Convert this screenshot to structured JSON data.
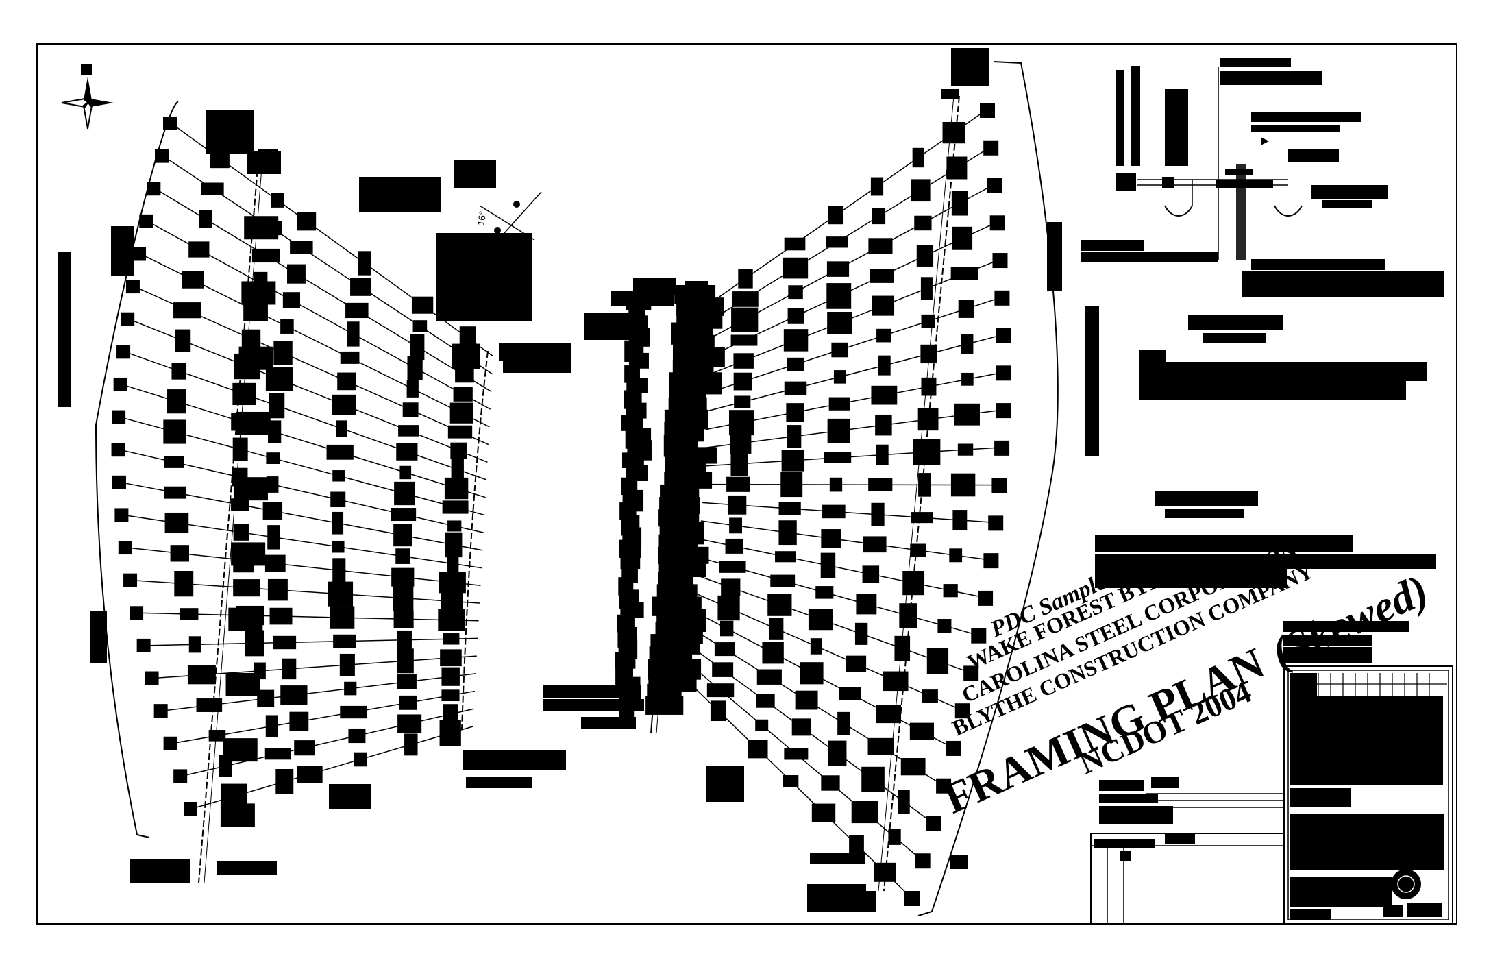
{
  "stamp": {
    "lines": [
      "PDC Sample",
      "WAKE FOREST BYPASS",
      "CAROLINA STEEL CORPORATION",
      "BLYTHE CONSTRUCTION COMPANY"
    ],
    "title": "FRAMING PLAN",
    "subtitle": "(Skewed)",
    "agency": "NCDOT 2004"
  },
  "angle_label": "16°",
  "icons": [
    "north-arrow-icon",
    "seal-icon"
  ],
  "colors": {
    "ink": "#000000",
    "paper": "#ffffff"
  }
}
